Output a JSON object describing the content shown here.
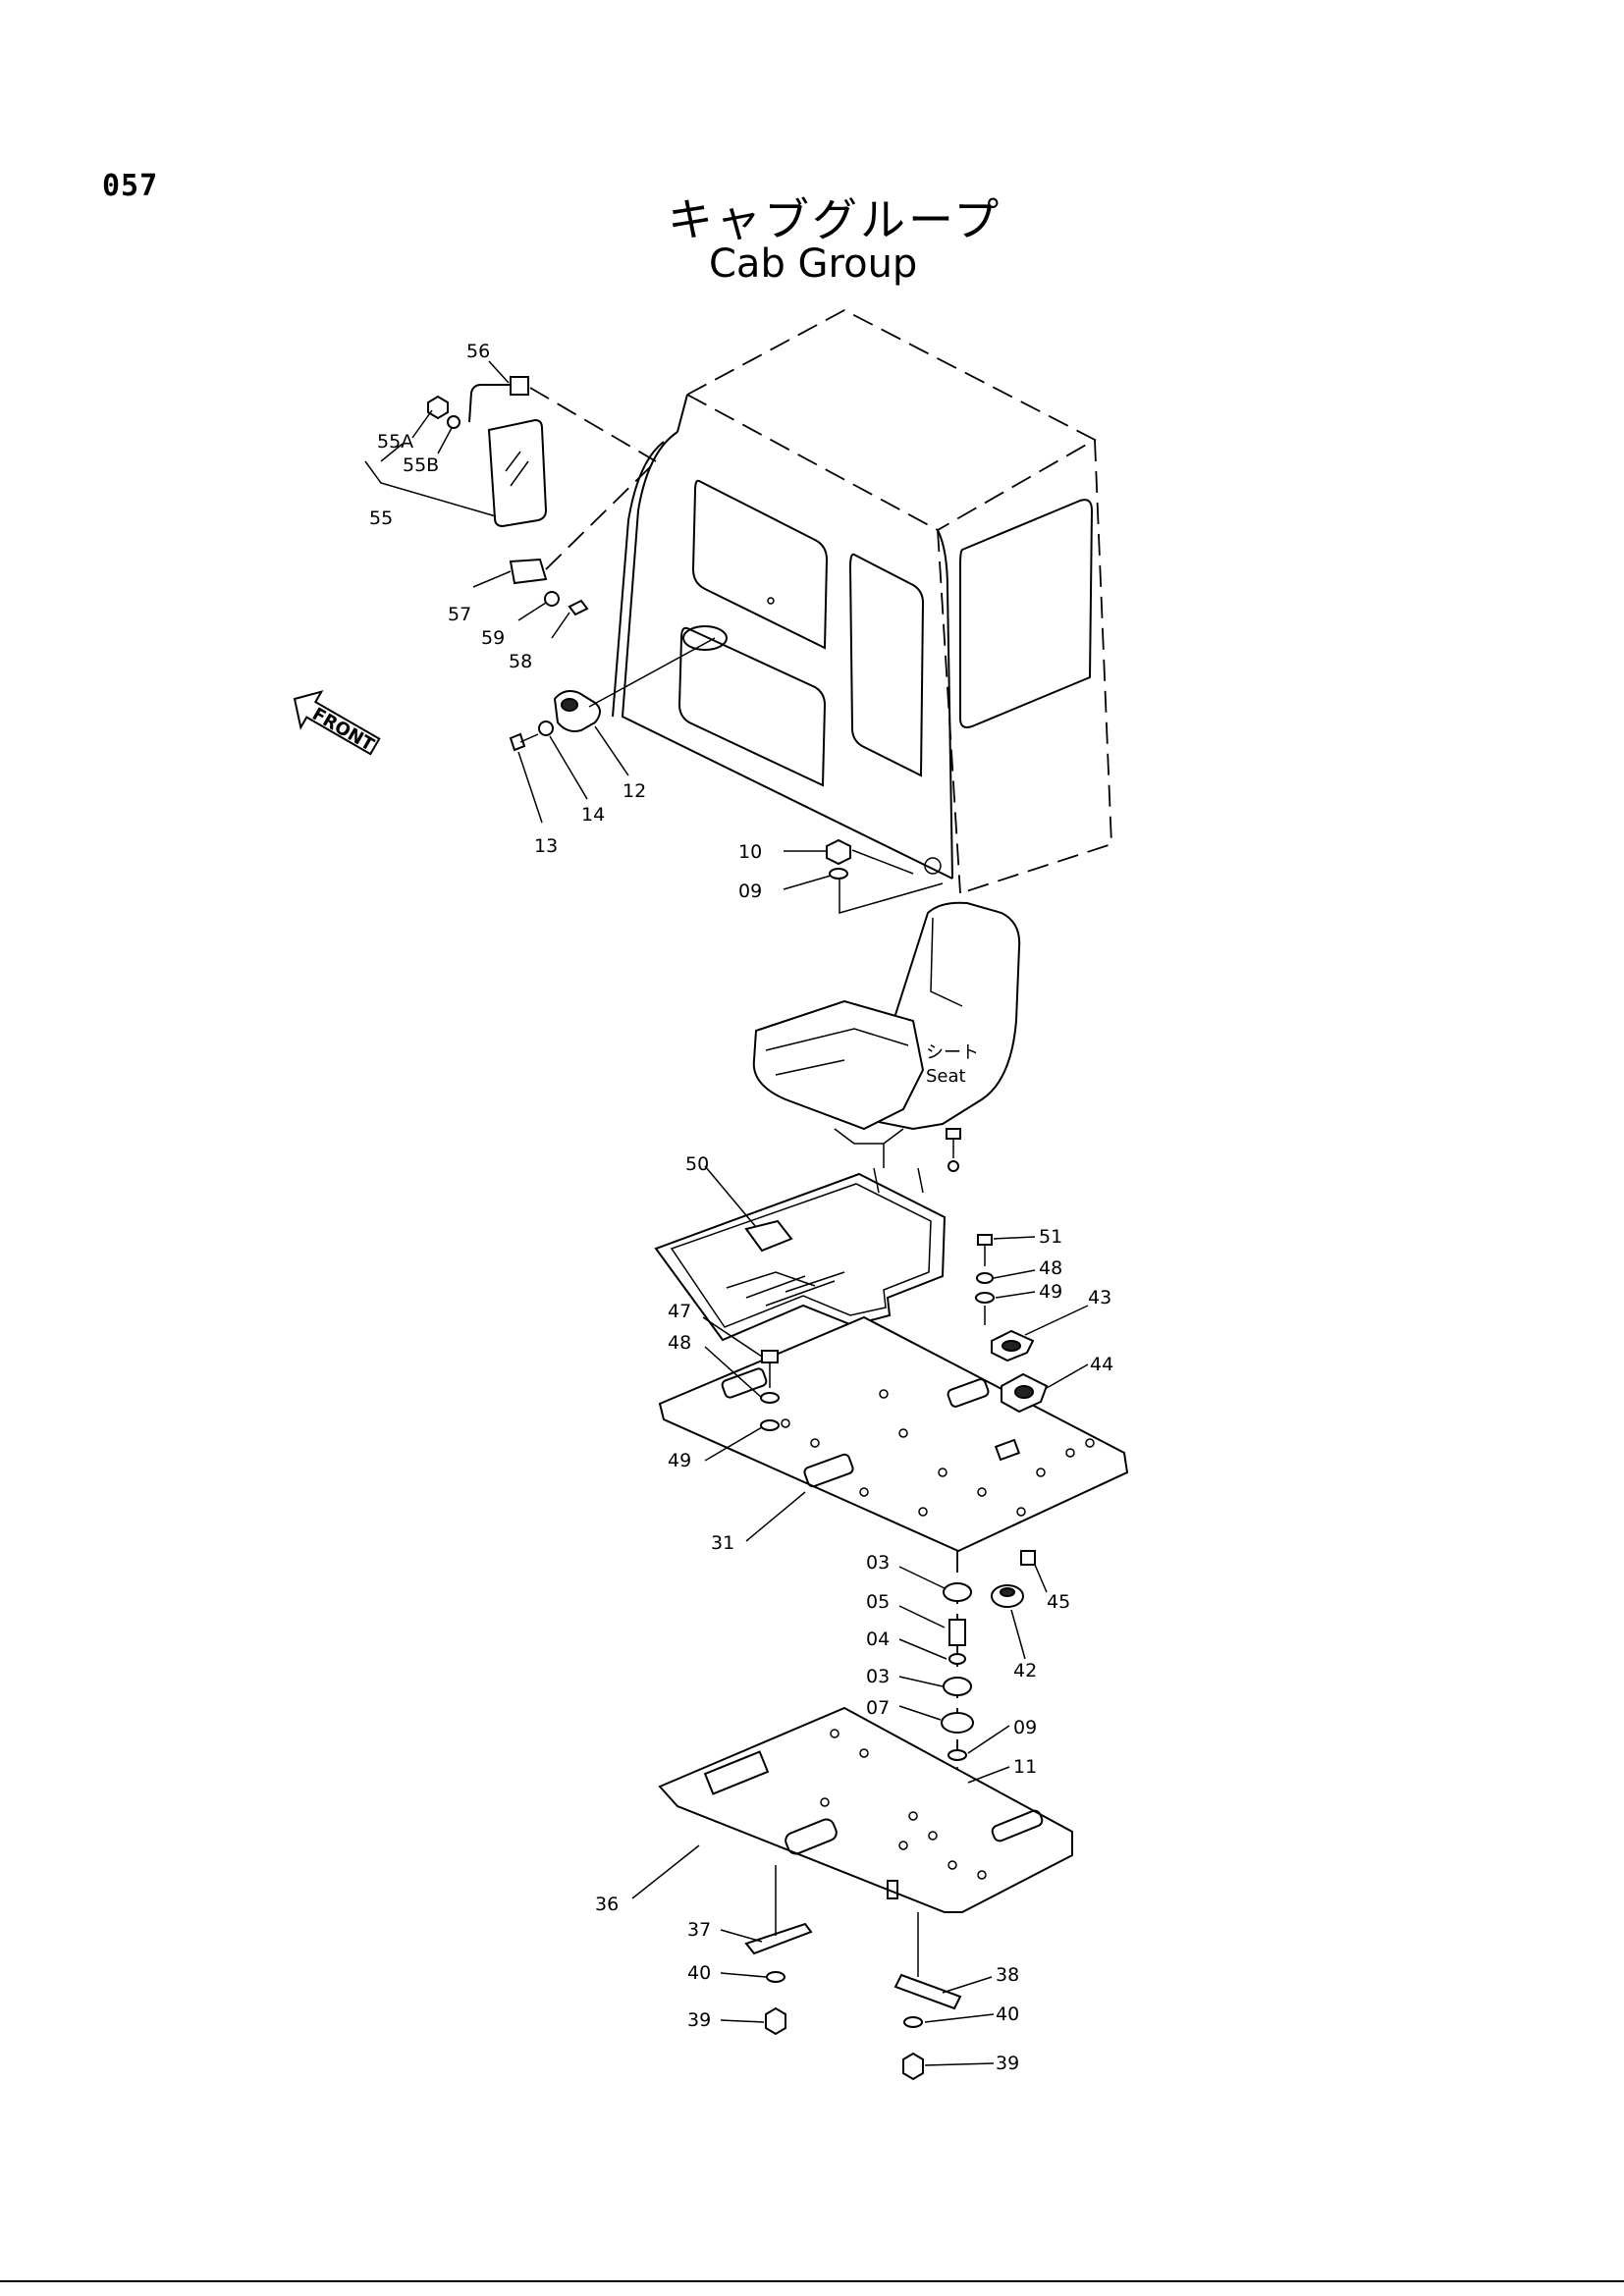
{
  "page_number": "057",
  "title_jp": "キャブグループ",
  "title_en": "Cab Group",
  "front_label": "FRONT",
  "seat_label_jp": "シート",
  "seat_label_en": "Seat",
  "callouts": {
    "p56": "56",
    "p55A": "55A",
    "p55B": "55B",
    "p55": "55",
    "p57": "57",
    "p59": "59",
    "p58": "58",
    "p12": "12",
    "p14": "14",
    "p13": "13",
    "p10": "10",
    "p09a": "09",
    "p50": "50",
    "p51": "51",
    "p48a": "48",
    "p49a": "49",
    "p43": "43",
    "p44": "44",
    "p47": "47",
    "p48b": "48",
    "p49b": "49",
    "p31": "31",
    "p03a": "03",
    "p45": "45",
    "p05": "05",
    "p04": "04",
    "p42": "42",
    "p03b": "03",
    "p07": "07",
    "p09b": "09",
    "p11": "11",
    "p36": "36",
    "p37": "37",
    "p38": "38",
    "p40a": "40",
    "p40b": "40",
    "p39a": "39",
    "p39b": "39"
  }
}
